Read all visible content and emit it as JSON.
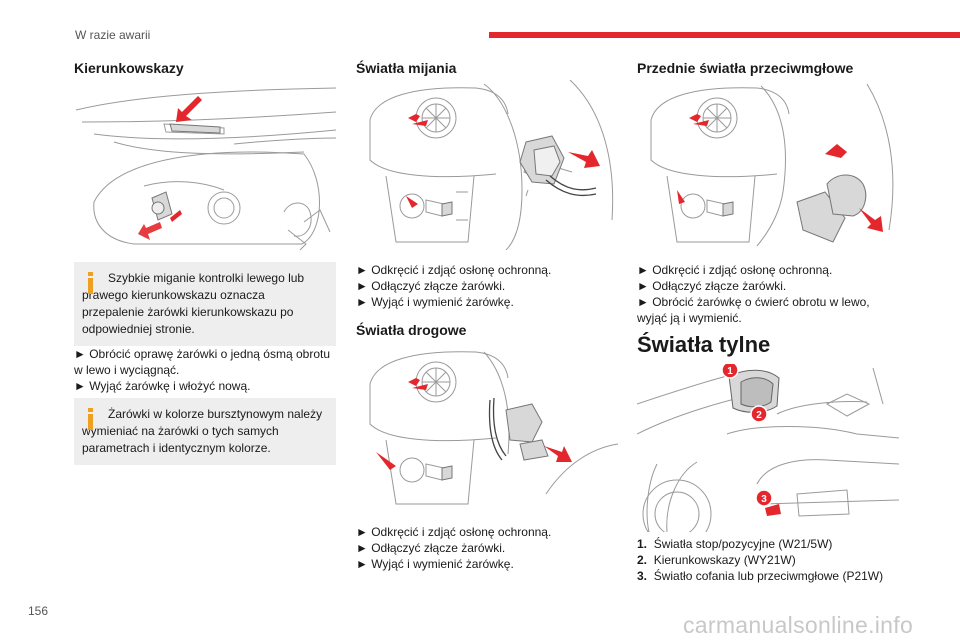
{
  "header": {
    "title": "W razie awarii"
  },
  "page_number": "156",
  "watermark": "carmanualsonline.info",
  "col1": {
    "heading": "Kierunkowskazy",
    "info1": "Szybkie miganie kontrolki lewego lub prawego kierunkowskazu oznacza przepalenie żarówki kierunkowskazu po odpowiedniej stronie.",
    "steps": [
      "► Obrócić oprawę żarówki o jedną ósmą obrotu w lewo i wyciągnąć.",
      "► Wyjąć żarówkę i włożyć nową."
    ],
    "info2": "Żarówki w kolorze bursztynowym należy wymieniać na żarówki o tych samych parametrach i identycznym kolorze."
  },
  "col2": {
    "heading1": "Światła mijania",
    "steps1": [
      "► Odkręcić i zdjąć osłonę ochronną.",
      "► Odłączyć złącze żarówki.",
      "► Wyjąć i wymienić żarówkę."
    ],
    "heading2": "Światła drogowe",
    "steps2": [
      "► Odkręcić i zdjąć osłonę ochronną.",
      "► Odłączyć złącze żarówki.",
      "► Wyjąć i wymienić żarówkę."
    ]
  },
  "col3": {
    "heading1": "Przednie światła przeciwmgłowe",
    "steps1": [
      "► Odkręcić i zdjąć osłonę ochronną.",
      "► Odłączyć złącze żarówki.",
      "► Obrócić żarówkę o ćwierć obrotu w lewo, wyjąć ją i wymienić."
    ],
    "heading2": "Światła tylne",
    "callouts": [
      "1",
      "2",
      "3"
    ],
    "legend": [
      {
        "num": "1.",
        "text": "Światła stop/pozycyjne (W21/5W)"
      },
      {
        "num": "2.",
        "text": "Kierunkowskazy (WY21W)"
      },
      {
        "num": "3.",
        "text": "Światło cofania lub przeciwmgłowe (P21W)"
      }
    ]
  },
  "colors": {
    "accent": "#e3272c",
    "info_icon": "#f0a020",
    "info_bg": "#eeeeee"
  }
}
